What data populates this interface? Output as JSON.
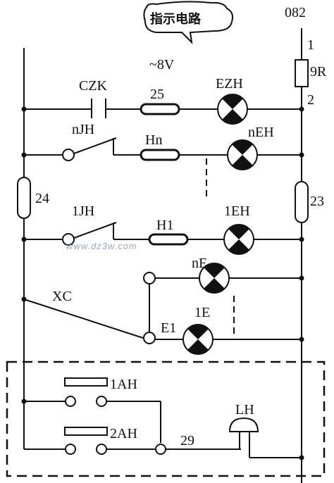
{
  "title": "指示电路",
  "voltage": "~8V",
  "terminal_top": "082",
  "terminal_1": "1",
  "terminal_2": "2",
  "fuse": "9R",
  "labels": {
    "czk": "CZK",
    "n25": "25",
    "ezh": "EZH",
    "njh": "nJH",
    "hn": "Hn",
    "neh": "nEH",
    "n24": "24",
    "n23": "23",
    "jh1": "1JH",
    "h1": "H1",
    "eh1": "1EH",
    "ne": "nE",
    "xc": "XC",
    "e1": "E1",
    "e1lamp": "1E",
    "ah1": "1AH",
    "ah2": "2AH",
    "n29": "29",
    "lh": "LH"
  },
  "watermark": "www.dz3w.com"
}
